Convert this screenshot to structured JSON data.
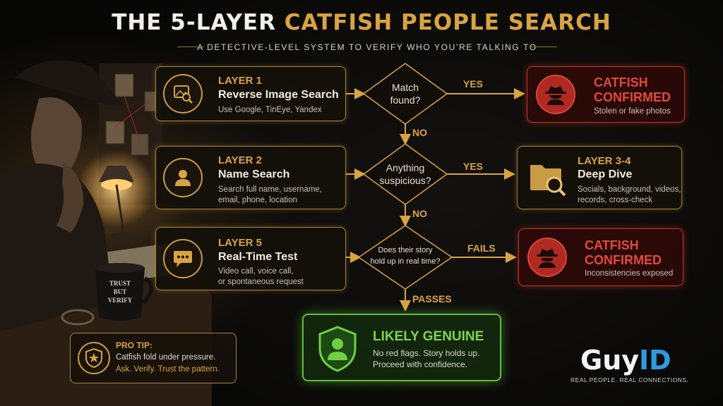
{
  "header": {
    "title_white": "THE 5-LAYER",
    "title_gold": "CATFISH PEOPLE SEARCH",
    "subtitle": "A DETECTIVE-LEVEL SYSTEM TO VERIFY WHO YOU’RE TALKING TO"
  },
  "layers": [
    {
      "layer": "LAYER 1",
      "name": "Reverse Image Search",
      "desc": "Use Google, TinEye, Yandex",
      "icon": "image-search-icon"
    },
    {
      "layer": "LAYER 2",
      "name": "Name Search",
      "desc1": "Search full name, username,",
      "desc2": "email, phone, location",
      "icon": "person-icon"
    },
    {
      "layer": "LAYER 5",
      "name": "Real-Time Test",
      "desc1": "Video call, voice call,",
      "desc2": "or spontaneous request",
      "icon": "chat-bubble-icon"
    }
  ],
  "decisions": [
    {
      "q1": "Match",
      "q2": "found?"
    },
    {
      "q1": "Anything",
      "q2": "suspicious?"
    },
    {
      "q1": "Does their story",
      "q2": "hold up in real time?"
    }
  ],
  "flow_labels": {
    "yes1": "YES",
    "no1": "NO",
    "yes2": "YES",
    "no2": "NO",
    "fails": "FAILS",
    "passes": "PASSES"
  },
  "outcomes": {
    "catfish1": {
      "title1": "CATFISH",
      "title2": "CONFIRMED",
      "desc": "Stolen or fake photos",
      "icon": "spy-icon"
    },
    "deep_dive": {
      "layer": "LAYER 3-4",
      "name": "Deep Dive",
      "desc1": "Socials, background, videos,",
      "desc2": "records, cross-check",
      "icon": "folder-search-icon"
    },
    "catfish2": {
      "title1": "CATFISH",
      "title2": "CONFIRMED",
      "desc": "Inconsistencies exposed",
      "icon": "spy-icon"
    },
    "genuine": {
      "title": "LIKELY GENUINE",
      "desc1": "No red flags. Story holds up.",
      "desc2": "Proceed with confidence.",
      "icon": "shield-person-icon"
    }
  },
  "pro_tip": {
    "title": "PRO TIP:",
    "line1": "Catfish fold under pressure.",
    "line2": "Ask. Verify. Trust the pattern.",
    "icon": "star-badge-icon"
  },
  "mug_text": [
    "TRUST",
    "BUT",
    "VERIFY"
  ],
  "brand": {
    "guy": "Guy",
    "id": "ID",
    "tagline": "REAL PEOPLE. REAL CONNECTIONS."
  },
  "colors": {
    "gold": "#d9a441",
    "red": "#c0392b",
    "green": "#5fbd3c",
    "brand_blue": "#2e9be0"
  }
}
